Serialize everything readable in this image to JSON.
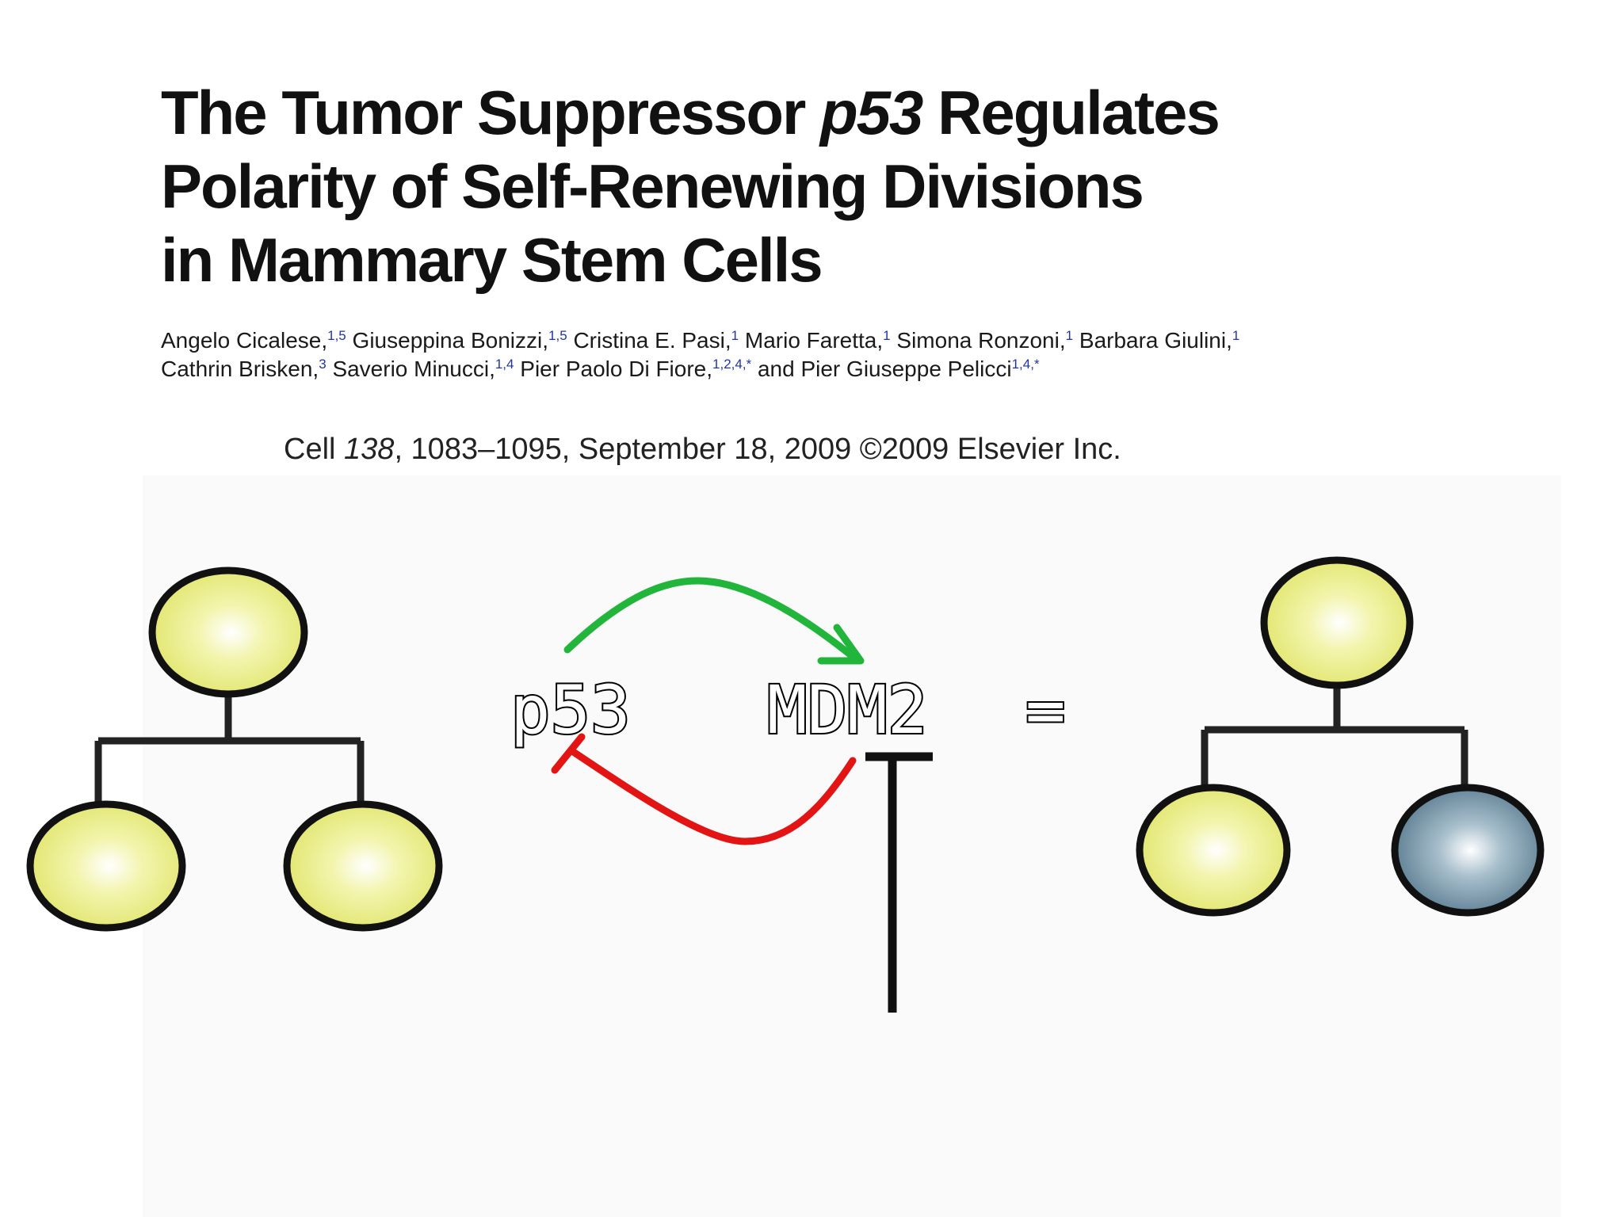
{
  "paper": {
    "title_line1_pre": "The Tumor Suppressor ",
    "title_line1_gene": "p53",
    "title_line1_post": " Regulates",
    "title_line2": "Polarity of Self-Renewing Divisions",
    "title_line3": "in Mammary Stem Cells",
    "authors": [
      {
        "name": "Angelo Cicalese,",
        "aff": "1,5"
      },
      {
        "name": "Giuseppina Bonizzi,",
        "aff": "1,5"
      },
      {
        "name": "Cristina E. Pasi,",
        "aff": "1"
      },
      {
        "name": "Mario Faretta,",
        "aff": "1"
      },
      {
        "name": "Simona Ronzoni,",
        "aff": "1"
      },
      {
        "name": "Barbara Giulini,",
        "aff": "1"
      },
      {
        "name": "Cathrin Brisken,",
        "aff": "3"
      },
      {
        "name": "Saverio Minucci,",
        "aff": "1,4"
      },
      {
        "name": "Pier Paolo Di Fiore,",
        "aff": "1,2,4,*"
      },
      {
        "name": "and Pier Giuseppe Pelicci",
        "aff": "1,4,*"
      }
    ],
    "citation_journal": "Cell ",
    "citation_volume": "138",
    "citation_rest": ", 1083–1095, September 18, 2009 ©2009 Elsevier Inc."
  },
  "diagram": {
    "label_p53": "p53",
    "label_mdm2": "MDM2",
    "label_equals": "=",
    "colors": {
      "self_renewing_cell": "#e6ea73",
      "differentiated_cell": "#5f8399",
      "activation_arrow": "#22b53c",
      "inhibition_arrow": "#e31414",
      "lineage_lines": "#222222"
    },
    "left_tree": {
      "parent": "yellow-cell",
      "daughters": [
        "yellow-cell",
        "yellow-cell"
      ]
    },
    "right_tree": {
      "parent": "yellow-cell",
      "daughters": [
        "yellow-cell",
        "blue-cell"
      ]
    }
  }
}
